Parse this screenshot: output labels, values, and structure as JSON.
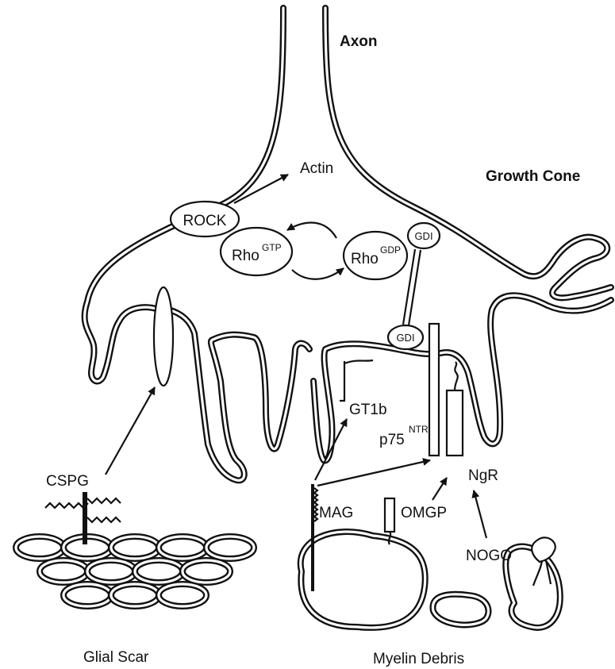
{
  "labels": {
    "axon": "Axon",
    "growth_cone": "Growth Cone",
    "actin": "Actin",
    "rock": "ROCK",
    "rho_gtp_base": "Rho",
    "rho_gtp_sup": "GTP",
    "rho_gdp_base": "Rho",
    "rho_gdp_sup": "GDP",
    "gdi_top": "GDI",
    "gdi_bottom": "GDI",
    "gt1b": "GT1b",
    "p75_base": "p75",
    "p75_sup": "NTR",
    "ngr": "NgR",
    "cspg": "CSPG",
    "mag": "MAG",
    "omgp": "OMGP",
    "nogo": "NOGO",
    "glial_scar": "Glial Scar",
    "myelin_debris": "Myelin Debris"
  },
  "colors": {
    "stroke": "#111111",
    "background": "#ffffff"
  }
}
